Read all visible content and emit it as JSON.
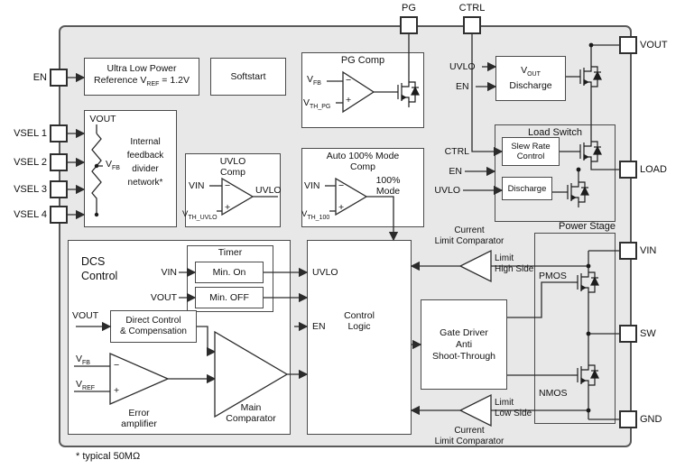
{
  "pins": {
    "pg": "PG",
    "ctrl": "CTRL",
    "en": "EN",
    "vsel1": "VSEL 1",
    "vsel2": "VSEL 2",
    "vsel3": "VSEL 3",
    "vsel4": "VSEL 4",
    "vout": "VOUT",
    "load": "LOAD",
    "vin": "VIN",
    "sw": "SW",
    "gnd": "GND"
  },
  "signals": {
    "uvlo": "UVLO",
    "en": "EN",
    "vin": "VIN",
    "vout": "VOUT",
    "ctrl": "CTRL",
    "plus": "+",
    "minus": "−",
    "vfb": {
      "pre": "V",
      "sub": "FB"
    },
    "vref": {
      "pre": "V",
      "sub": "REF"
    },
    "vth_pg": {
      "pre": "V",
      "sub": "TH_PG"
    },
    "vth_uvlo": {
      "pre": "V",
      "sub": "TH_UVLO"
    },
    "vth_100": {
      "pre": "V",
      "sub": "TH_100"
    },
    "vout_sub": {
      "pre": "V",
      "sub": "OUT"
    }
  },
  "blocks": {
    "reference": {
      "line1": "Ultra Low Power",
      "line2_pre": "Reference V",
      "line2_sub": "REF",
      "line2_post": " = 1.2V"
    },
    "softstart": "Softstart",
    "pg_comp": {
      "title": "PG Comp"
    },
    "vout_discharge": {
      "line2": "Discharge"
    },
    "load_switch": {
      "title": "Load Switch",
      "slew_line1": "Slew Rate",
      "slew_line2": "Control",
      "discharge": "Discharge"
    },
    "feedback": {
      "network1": "Internal",
      "network2": "feedback",
      "network3": "divider",
      "network4": "network*"
    },
    "uvlo_comp": {
      "title1": "UVLO",
      "title2": "Comp"
    },
    "auto100": {
      "title1": "Auto 100% Mode",
      "title2": "Comp",
      "out1": "100%",
      "out2": "Mode"
    },
    "dcs": {
      "title1": "DCS",
      "title2": "Control",
      "timer": "Timer",
      "min_on": "Min. On",
      "min_off": "Min. OFF",
      "direct1": "Direct Control",
      "direct2": "& Compensation",
      "err1": "Error",
      "err2": "amplifier",
      "main1": "Main",
      "main2": "Comparator"
    },
    "control_logic": {
      "line1": "Control",
      "line2": "Logic"
    },
    "gate_driver": {
      "line1": "Gate Driver",
      "line2": "Anti",
      "line3": "Shoot-Through"
    },
    "power_stage": {
      "title": "Power Stage",
      "pmos": "PMOS",
      "nmos": "NMOS"
    },
    "limit_top": {
      "cap1": "Current",
      "cap2": "Limit Comparator",
      "side1": "Limit",
      "side2": "High Side"
    },
    "limit_bottom": {
      "cap1": "Current",
      "cap2": "Limit Comparator",
      "side1": "Limit",
      "side2": "Low Side"
    }
  },
  "footnote": "* typical 50MΩ"
}
